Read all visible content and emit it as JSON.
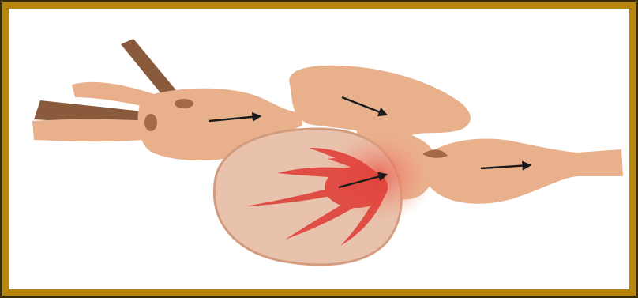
{
  "figure": {
    "subject": "heart-anatomy-diagram",
    "colors": {
      "frame": "#b8860b",
      "frame_edge": "#3a2a00",
      "tissue": "#e9b08c",
      "tissue_dark": "#c9875f",
      "ventricle_fill": "#e8c2ad",
      "muscle_red": "#e0413a",
      "vessel_brown": "#8a5a3c",
      "arrow": "#1a1a1a"
    },
    "arrows": [
      {
        "name": "arrow-sinus-venosus",
        "direction": "right"
      },
      {
        "name": "arrow-atrium",
        "direction": "down-right"
      },
      {
        "name": "arrow-ventricle",
        "direction": "right"
      },
      {
        "name": "arrow-bulbus",
        "direction": "right"
      }
    ]
  }
}
